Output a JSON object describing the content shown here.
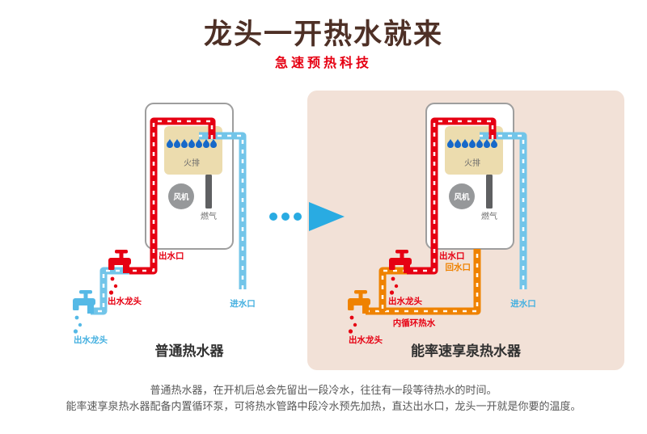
{
  "header": {
    "title": "龙头一开热水就来",
    "subtitle": "急速预热科技"
  },
  "ordinary": {
    "caption": "普通热水器",
    "outlet": "出水口",
    "tap_near": "出水龙头",
    "tap_far": "出水龙头",
    "inlet": "进水口",
    "burner": "火排",
    "fan": "风机",
    "gas": "燃气"
  },
  "noritz": {
    "caption": "能率速享泉热水器",
    "outlet": "出水口",
    "return_port": "回水口",
    "tap_near": "出水龙头",
    "tap_far": "出水龙头",
    "circulation": "内循环热水",
    "inlet": "进水口",
    "burner": "火排",
    "fan": "风机",
    "gas": "燃气"
  },
  "footer": {
    "line1": "普通热水器，在开机后总会先留出一段冷水，往往有一段等待热水的时间。",
    "line2": "能率速享泉热水器配备内置循环泵，可将热水管路中段冷水预先加热，直达出水口，龙头一开就是你要的温度。"
  },
  "colors": {
    "hot_water": "#e60012",
    "cold_water": "#72c5e9",
    "circulation_water": "#ef8200",
    "flame_blue": "#1769c9",
    "arrow_accent": "#29abe2",
    "panel_pink": "#f2e1d7",
    "title_brown": "#4e3026"
  }
}
